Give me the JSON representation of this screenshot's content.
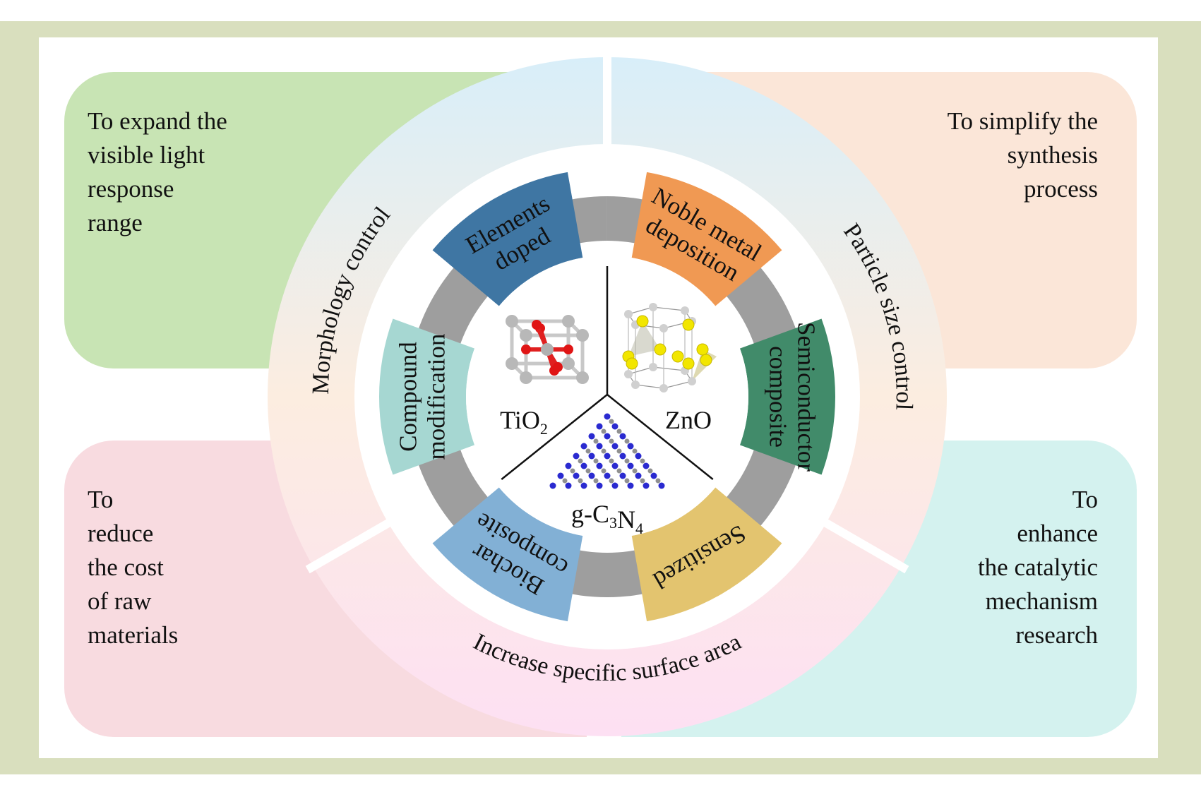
{
  "corner_boxes": [
    {
      "id": "top-left",
      "text": "To expand the\nvisible light\nresponse\nrange",
      "align": "left",
      "color": "#c8e4b4"
    },
    {
      "id": "top-right",
      "text": "To simplify the\nsynthesis\nprocess",
      "align": "right",
      "color": "#fbe6d8"
    },
    {
      "id": "bottom-left",
      "text": "To\nreduce\nthe cost\nof raw\nmaterials",
      "align": "left",
      "color": "#f8dbe0"
    },
    {
      "id": "bottom-right",
      "text": "To\nenhance\nthe catalytic\nmechanism\nresearch",
      "align": "right",
      "color": "#d4f2ef"
    }
  ],
  "outer_ring": {
    "labels": [
      {
        "text": "Morphology control"
      },
      {
        "text": "Particle size control"
      },
      {
        "text": "Increase specific surface area"
      }
    ],
    "gradient": {
      "top": "#d8eef9",
      "middle": "#fcede0",
      "bottom": "#fde0f3"
    }
  },
  "modification_segments": [
    {
      "lines": [
        "Elements",
        "doped"
      ],
      "color": "#3f76a3"
    },
    {
      "lines": [
        "Noble metal",
        "deposition"
      ],
      "color": "#f09953"
    },
    {
      "lines": [
        "Semiconductor",
        "composite"
      ],
      "color": "#418b6a"
    },
    {
      "lines": [
        "Sensitized"
      ],
      "color": "#e3c46f"
    },
    {
      "lines": [
        "Biochar",
        "composite"
      ],
      "color": "#82b0d5"
    },
    {
      "lines": [
        "Compound",
        "modification"
      ],
      "color": "#a6d7d2"
    }
  ],
  "gray_ring_color": "#9e9e9e",
  "materials": [
    {
      "name": "TiO",
      "sub": "2",
      "icon": "tio2-crystal-icon"
    },
    {
      "name": "ZnO",
      "sub": "",
      "icon": "zno-crystal-icon"
    },
    {
      "name": "g-C",
      "sub": "3",
      "name2": "N",
      "sub2": "4",
      "icon": "g-c3n4-structure-icon"
    }
  ]
}
